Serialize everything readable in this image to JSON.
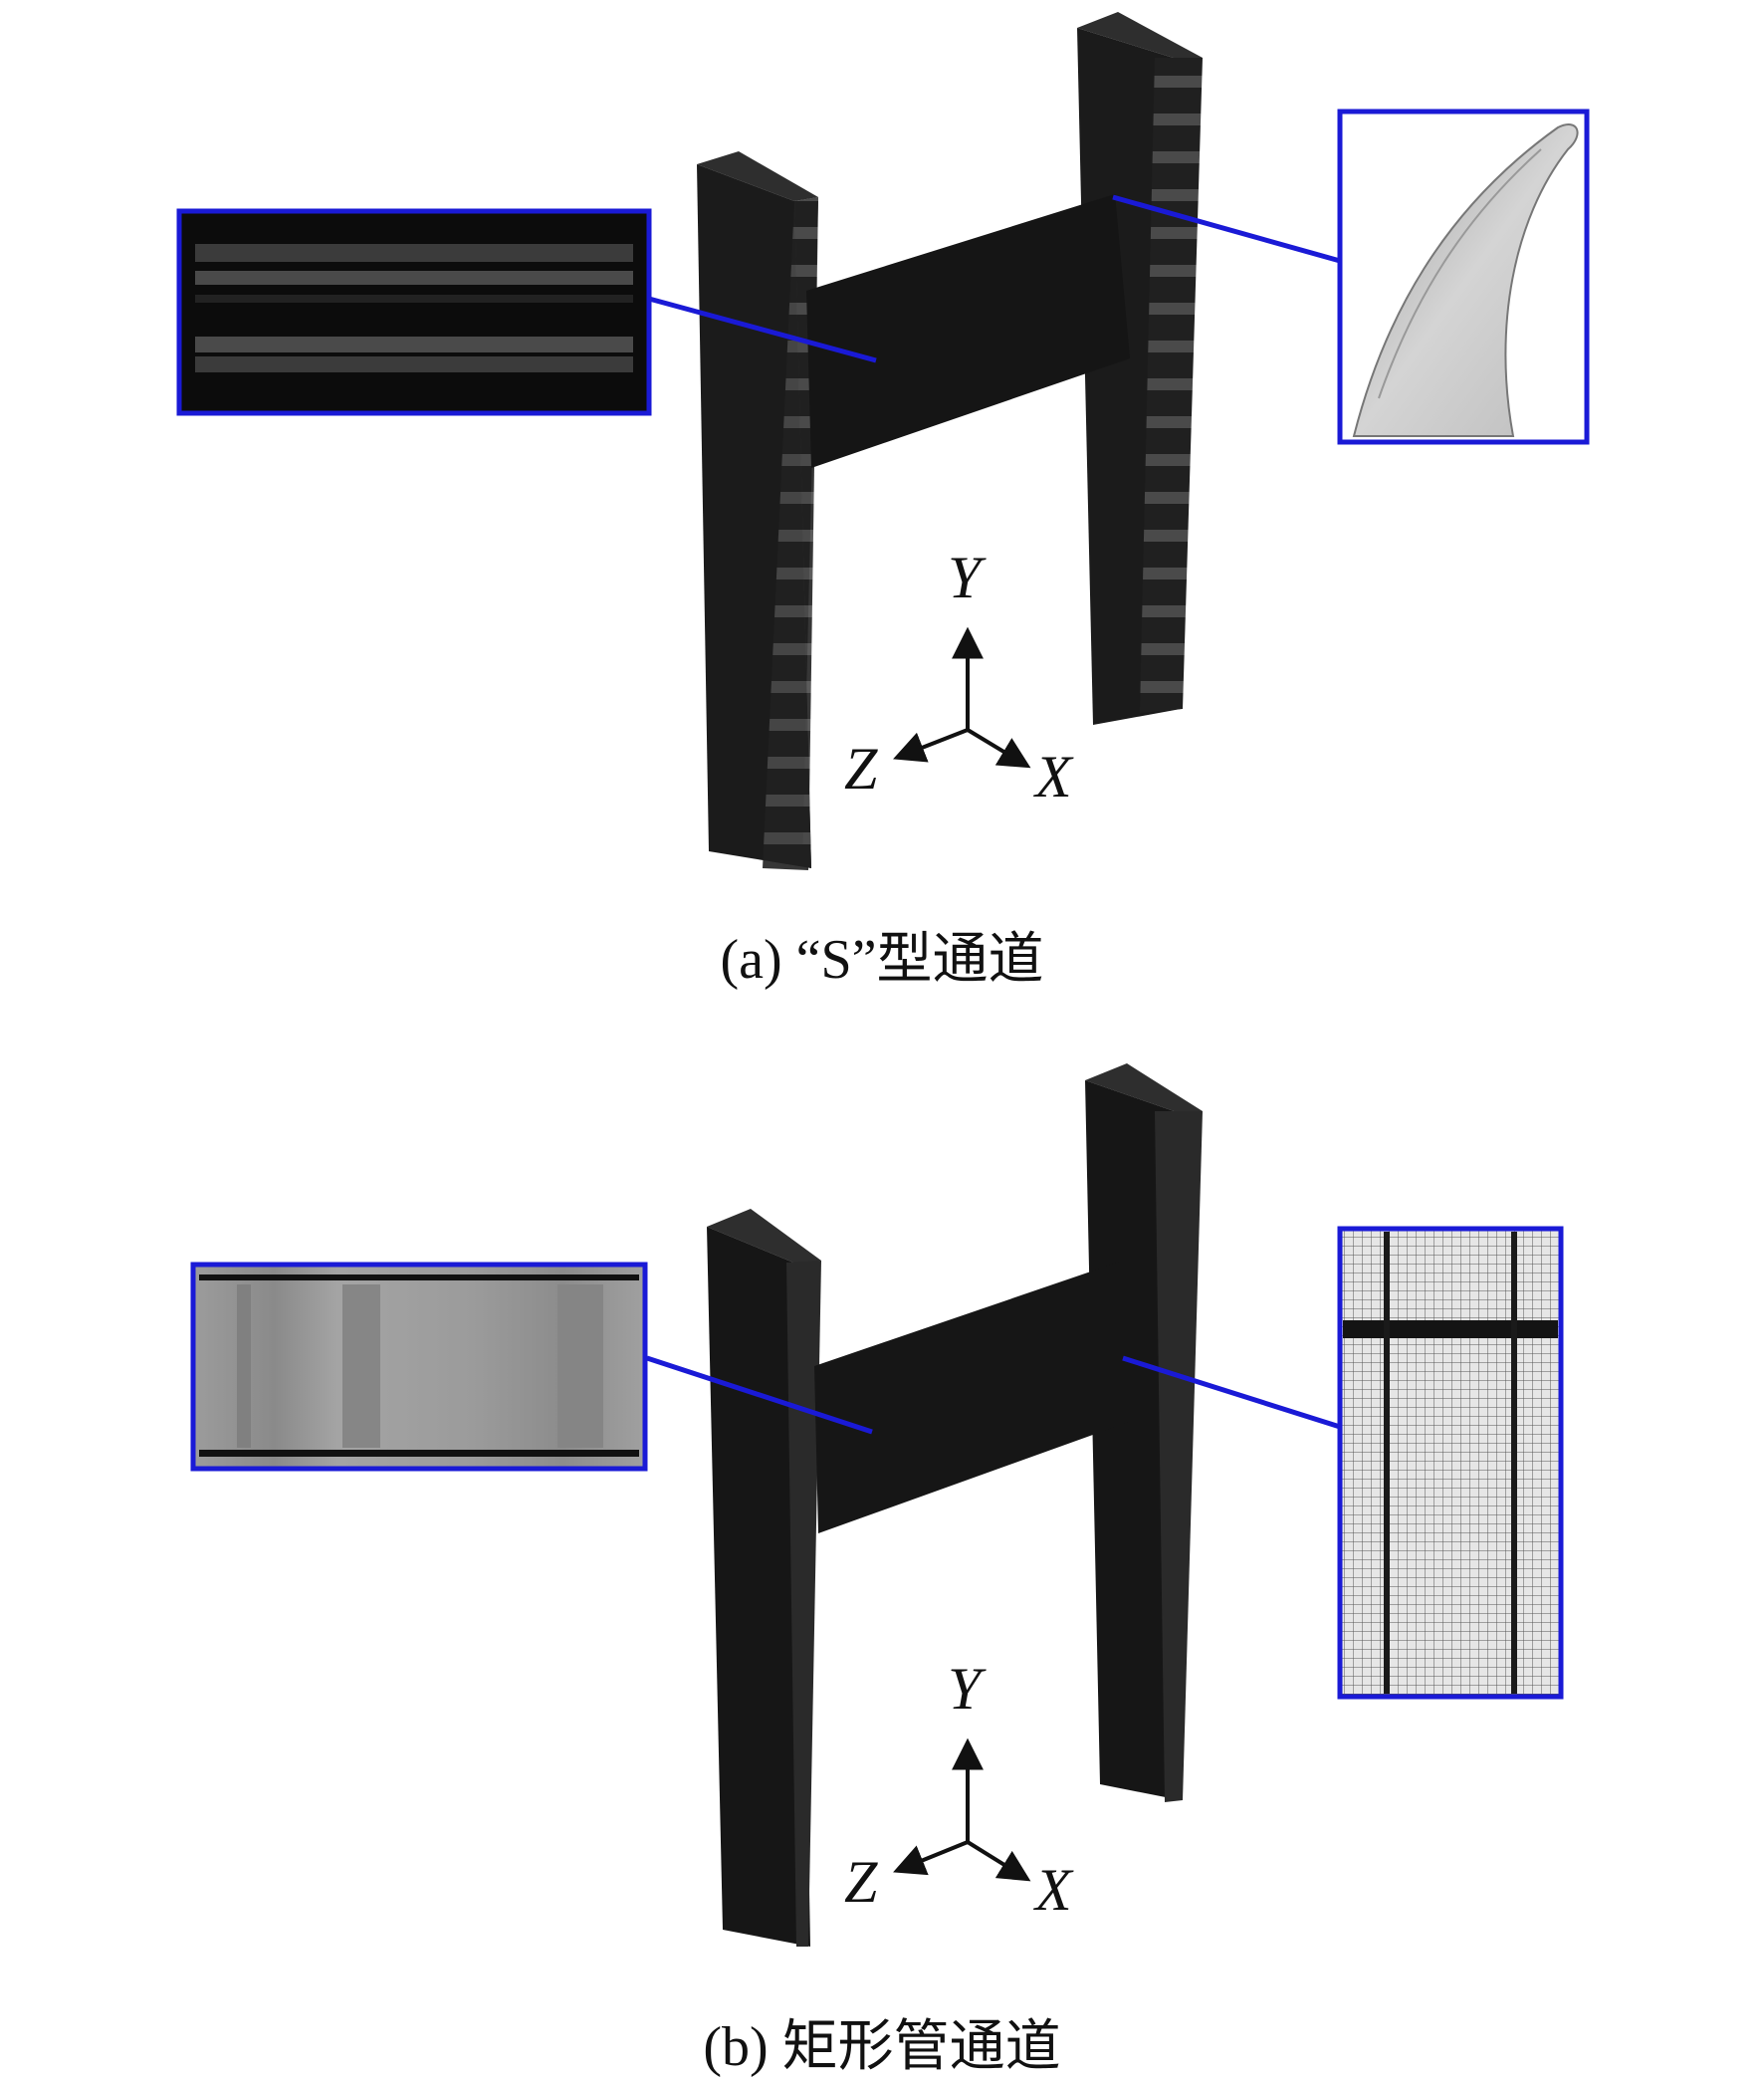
{
  "panels": [
    {
      "id": "a",
      "caption": "(a) “S”型通道",
      "axes": {
        "y": "Y",
        "z": "Z",
        "x": "X"
      },
      "left_inset": "cross-section-mesh",
      "right_inset": "curved-vane-surface"
    },
    {
      "id": "b",
      "caption": "(b) 矩形管通道",
      "axes": {
        "y": "Y",
        "z": "Z",
        "x": "X"
      },
      "left_inset": "cross-section-mesh",
      "right_inset": "structured-grid"
    }
  ],
  "colors": {
    "model": "#1a1a1a",
    "model_edge": "#3a3a3a",
    "leader": "#1a1ad6",
    "inset_frame": "#1a1ad6",
    "mesh_gray": "#8a8a8a",
    "vane": "#c8c8c8"
  }
}
